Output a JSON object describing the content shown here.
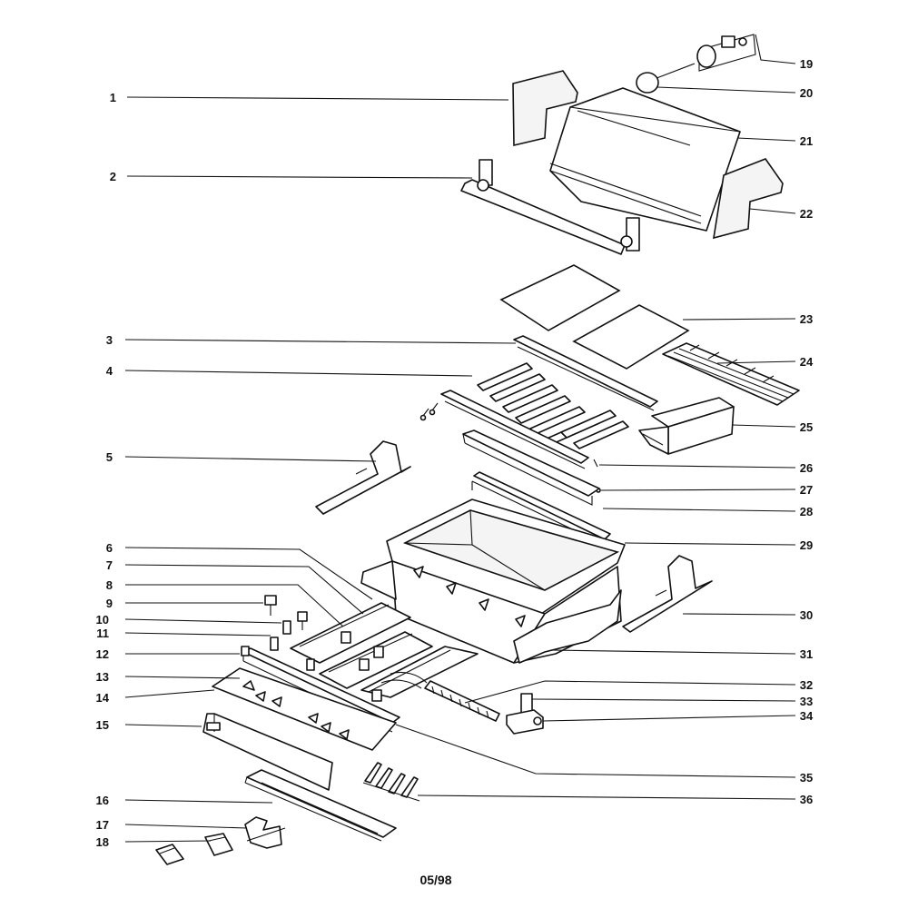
{
  "diagram": {
    "callouts": [
      {
        "id": "1",
        "text": "1"
      },
      {
        "id": "2",
        "text": "2"
      },
      {
        "id": "3",
        "text": "3"
      },
      {
        "id": "4",
        "text": "4"
      },
      {
        "id": "5",
        "text": "5"
      },
      {
        "id": "6",
        "text": "6"
      },
      {
        "id": "7",
        "text": "7"
      },
      {
        "id": "8",
        "text": "8"
      },
      {
        "id": "9",
        "text": "9"
      },
      {
        "id": "10",
        "text": "10"
      },
      {
        "id": "11",
        "text": "11"
      },
      {
        "id": "12",
        "text": "12"
      },
      {
        "id": "13",
        "text": "13"
      },
      {
        "id": "14",
        "text": "14"
      },
      {
        "id": "15",
        "text": "15"
      },
      {
        "id": "16",
        "text": "16"
      },
      {
        "id": "17",
        "text": "17"
      },
      {
        "id": "18",
        "text": "18"
      },
      {
        "id": "19",
        "text": "19"
      },
      {
        "id": "20",
        "text": "20"
      },
      {
        "id": "21",
        "text": "21"
      },
      {
        "id": "22",
        "text": "22"
      },
      {
        "id": "23",
        "text": "23"
      },
      {
        "id": "24",
        "text": "24"
      },
      {
        "id": "25",
        "text": "25"
      },
      {
        "id": "26",
        "text": "26"
      },
      {
        "id": "27",
        "text": "27"
      },
      {
        "id": "28",
        "text": "28"
      },
      {
        "id": "29",
        "text": "29"
      },
      {
        "id": "30",
        "text": "30"
      },
      {
        "id": "31",
        "text": "31"
      },
      {
        "id": "32",
        "text": "32"
      },
      {
        "id": "33",
        "text": "33"
      },
      {
        "id": "34",
        "text": "34"
      },
      {
        "id": "35",
        "text": "35"
      },
      {
        "id": "36",
        "text": "36"
      }
    ],
    "date_code": "05/98"
  }
}
